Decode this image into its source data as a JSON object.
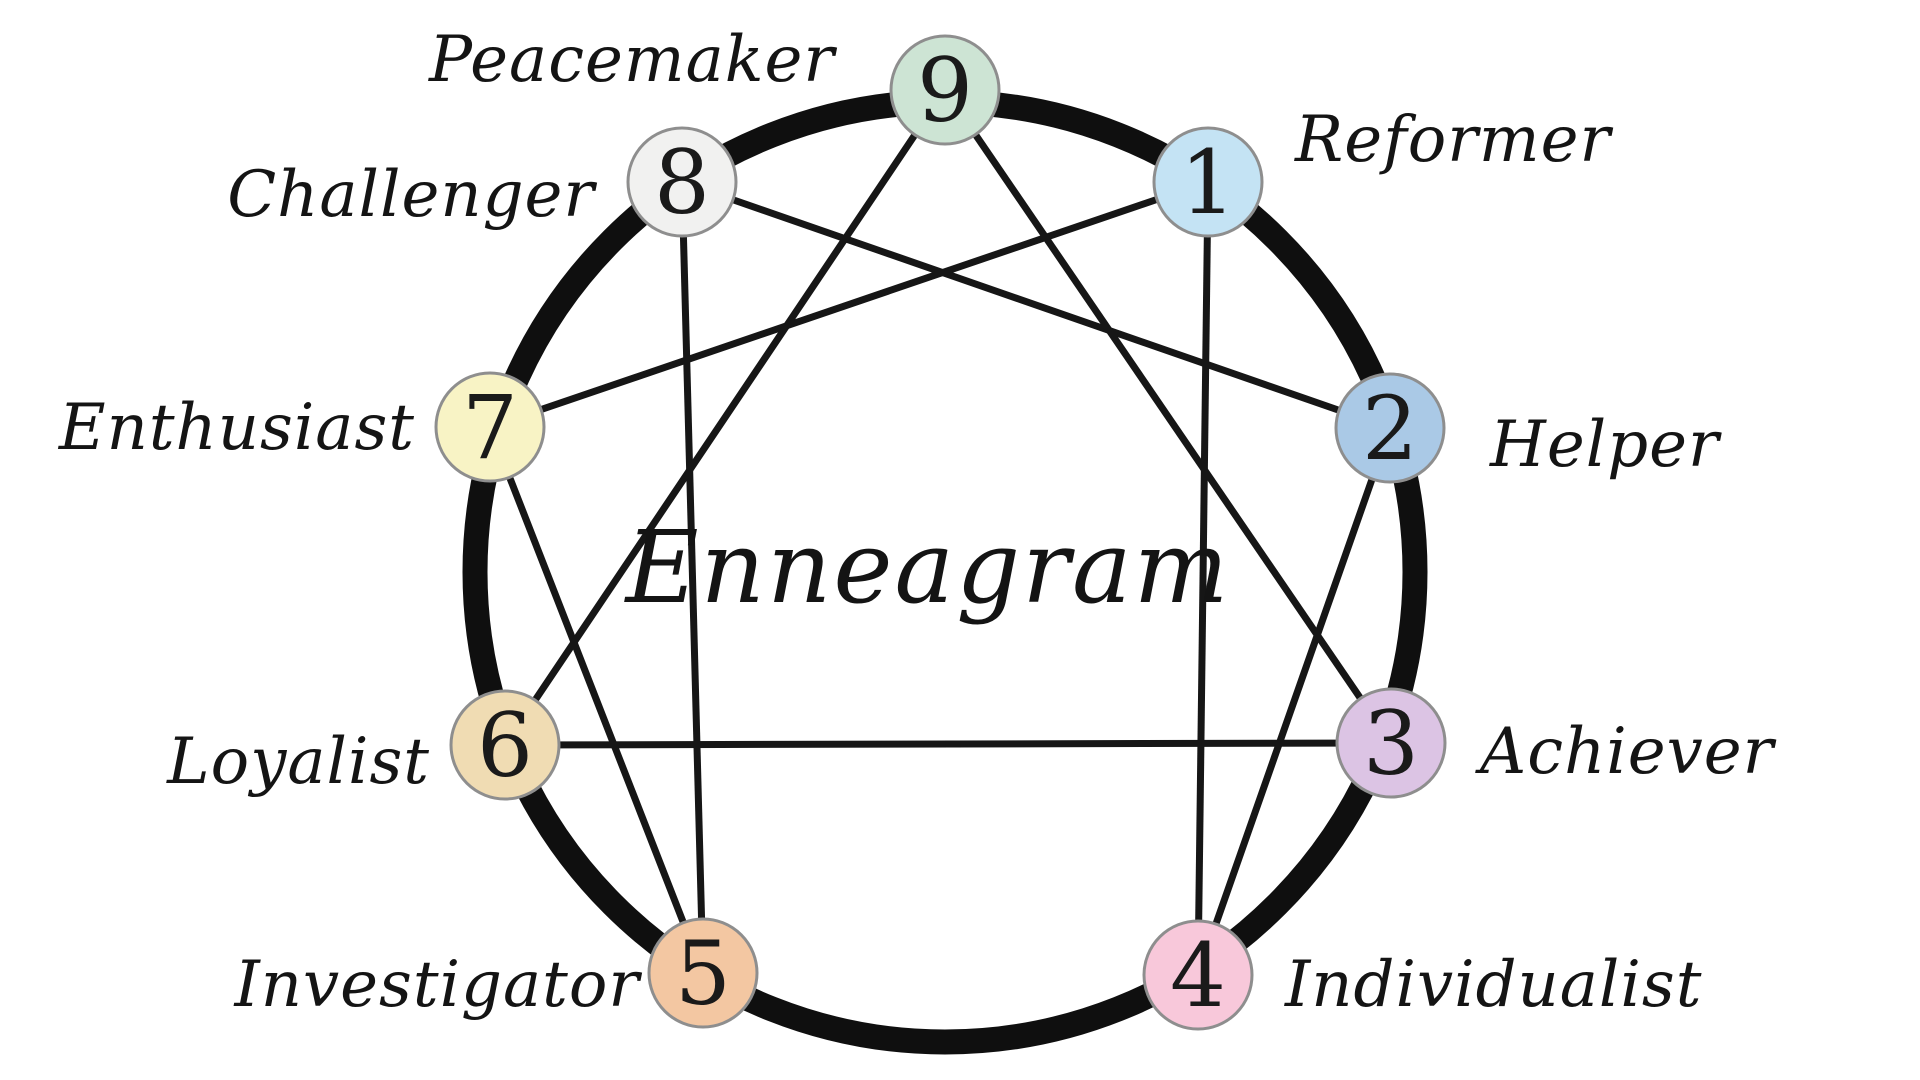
{
  "title": "Enneagram",
  "background_color": "#ffffff",
  "ring_color": "#0f0f0f",
  "line_color": "#161616",
  "node_border_color": "#8e8e8e",
  "types": [
    {
      "number": "1",
      "name": "Reformer",
      "color": "#c4e3f4"
    },
    {
      "number": "2",
      "name": "Helper",
      "color": "#aac9e6"
    },
    {
      "number": "3",
      "name": "Achiever",
      "color": "#dcc4e4"
    },
    {
      "number": "4",
      "name": "Individualist",
      "color": "#f8c8da"
    },
    {
      "number": "5",
      "name": "Investigator",
      "color": "#f3c7a2"
    },
    {
      "number": "6",
      "name": "Loyalist",
      "color": "#f0dcb3"
    },
    {
      "number": "7",
      "name": "Enthusiast",
      "color": "#f8f3c5"
    },
    {
      "number": "8",
      "name": "Challenger",
      "color": "#f1f1f0"
    },
    {
      "number": "9",
      "name": "Peacemaker",
      "color": "#cde4d4"
    }
  ],
  "connections": [
    "1-4",
    "4-2",
    "2-8",
    "8-5",
    "5-7",
    "7-1",
    "3-6",
    "6-9",
    "9-3"
  ]
}
